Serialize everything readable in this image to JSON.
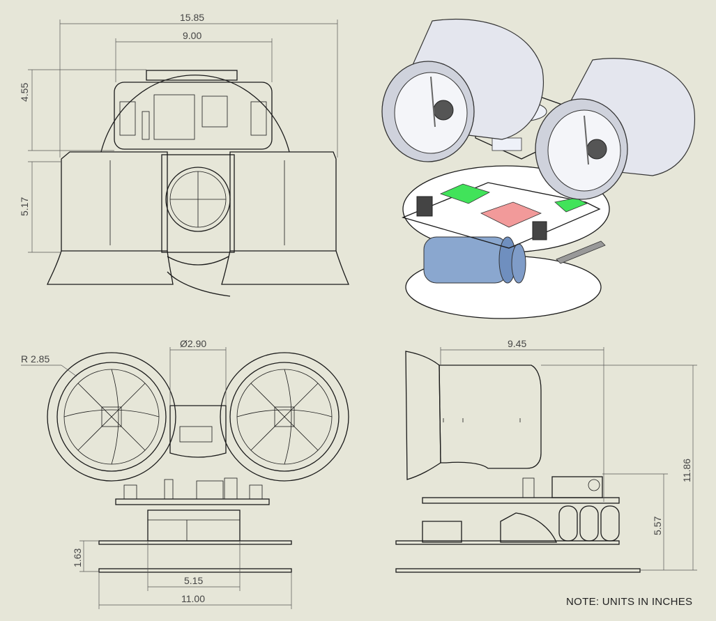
{
  "dimensions": {
    "front_overall_width": "15.85",
    "front_center_width": "9.00",
    "front_upper_height": "4.55",
    "front_lower_height": "5.17",
    "top_radius": "R 2.85",
    "top_hole_diameter": "Ø2.90",
    "top_base_offset": "1.63",
    "top_inner_width": "5.15",
    "top_overall_width": "11.00",
    "side_depth": "9.45",
    "side_overall_height": "11.86",
    "side_lower_height": "5.57"
  },
  "note": "NOTE: UNITS IN INCHES",
  "colors": {
    "background": "#e6e6d8",
    "battery": "#8aa7cf",
    "board_green": "#41e35a",
    "board_pink": "#f29a9a",
    "metal": "#c9ccd4"
  }
}
